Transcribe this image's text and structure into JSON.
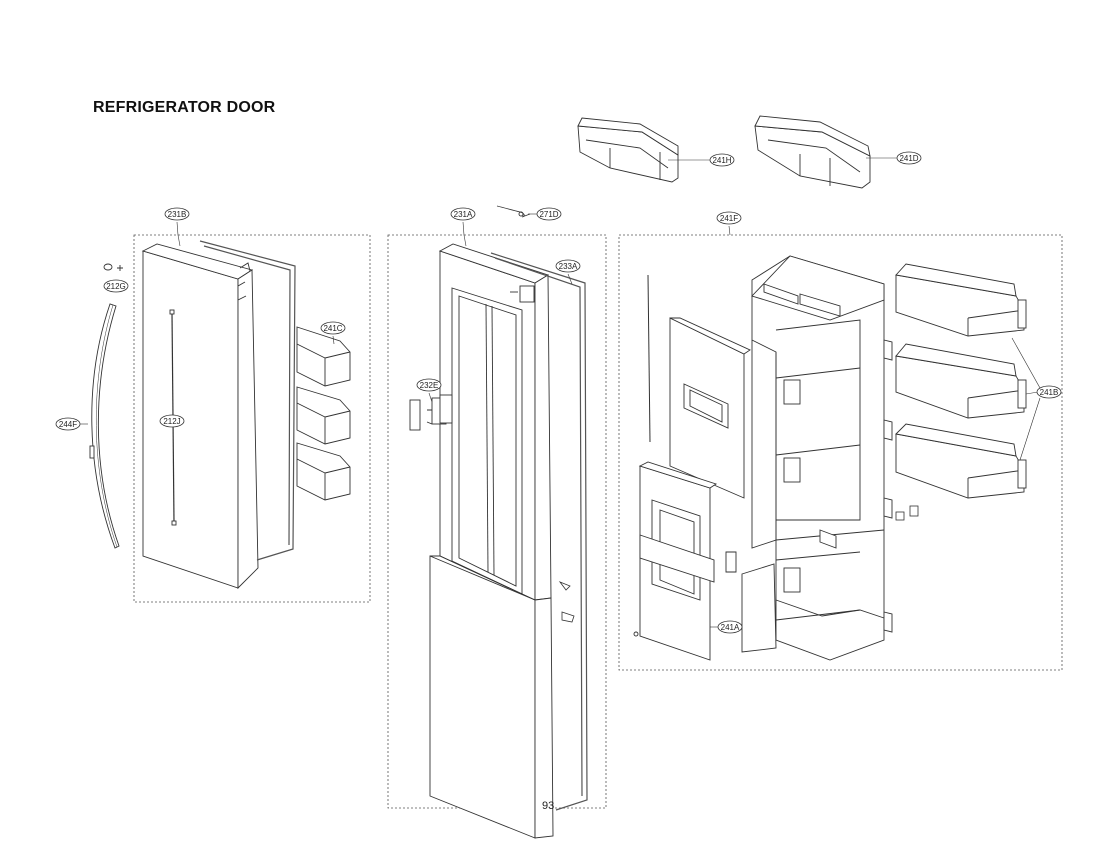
{
  "title": "REFRIGERATOR DOOR",
  "page_number": "93",
  "callouts": {
    "c241H": "241H",
    "c241D": "241D",
    "c231B": "231B",
    "c231A": "231A",
    "c271D": "271D",
    "c241F": "241F",
    "c212G": "212G",
    "c233A": "233A",
    "c241C": "241C",
    "c232E": "232E",
    "c244F": "244F",
    "c212J": "212J",
    "c241B": "241B",
    "c241A": "241A"
  },
  "colors": {
    "line": "#333333",
    "dashed_box": "#555555",
    "gasket": "#555555"
  }
}
